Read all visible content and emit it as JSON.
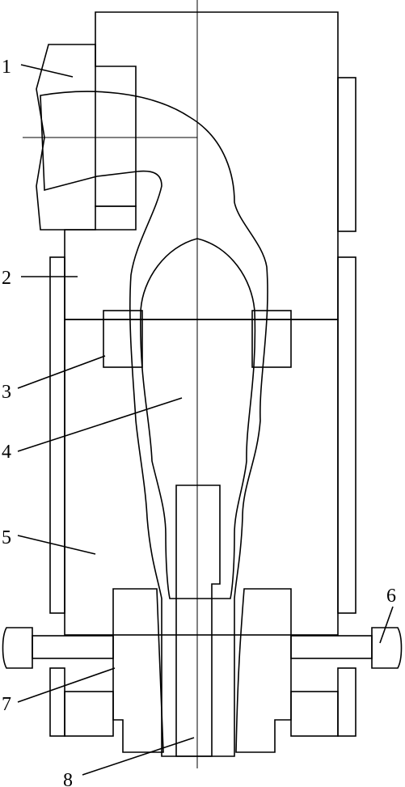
{
  "figure": {
    "callouts": [
      {
        "id": 1,
        "text": "1"
      },
      {
        "id": 2,
        "text": "2"
      },
      {
        "id": 3,
        "text": "3"
      },
      {
        "id": 4,
        "text": "4"
      },
      {
        "id": 5,
        "text": "5"
      },
      {
        "id": 6,
        "text": "6"
      },
      {
        "id": 7,
        "text": "7"
      },
      {
        "id": 8,
        "text": "8"
      }
    ],
    "colors": {
      "line": "#000000",
      "background": "#ffffff"
    }
  }
}
